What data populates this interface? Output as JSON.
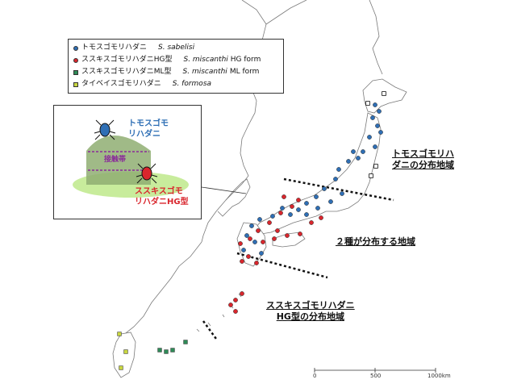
{
  "legend": {
    "items": [
      {
        "jp": "トモスゴモリハダニ",
        "sci": "S. sabelisi",
        "form": "",
        "color": "#2f6fb5",
        "shape": "circle"
      },
      {
        "jp": "ススキスゴモリハダニHG型",
        "sci": "S. miscanthi",
        "form": "HG form",
        "color": "#d9262d",
        "shape": "circle"
      },
      {
        "jp": "ススキスゴモリハダニML型",
        "sci": "S. miscanthi",
        "form": "ML form",
        "color": "#2e8b57",
        "shape": "square"
      },
      {
        "jp": "タイベイスゴモリハダニ",
        "sci": "S. formosa",
        "form": "",
        "color": "#c8d640",
        "shape": "square"
      }
    ]
  },
  "inset": {
    "upper_species": "トモスゴモ\nリハダニ",
    "contact_zone": "接触帯",
    "lower_species": "ススキスゴモ\nリハダニHG型",
    "upper_color": "#2f6fb5",
    "lower_color": "#d9262d"
  },
  "regions": {
    "north": "トモスゴモリハ\nダニの分布地域",
    "middle": "２種が分布する地域",
    "south": "ススキスゴモリハダニ\nHG型の分布地域"
  },
  "scale": {
    "ticks": [
      "0",
      "500",
      "1000km"
    ]
  }
}
